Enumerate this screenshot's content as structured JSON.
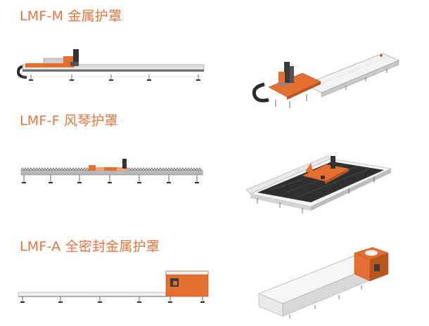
{
  "sections": [
    {
      "title": "LMF-M 金属护罩"
    },
    {
      "title": "LMF-F 风琴护罩"
    },
    {
      "title": "LMF-A 全密封金属护罩"
    }
  ],
  "colors": {
    "accent": "#e8743b",
    "orange_part": "#e56f2f",
    "dark_part": "#333333",
    "gray_track": "#9a9a9a",
    "cover_white": "#f2f2f2"
  }
}
